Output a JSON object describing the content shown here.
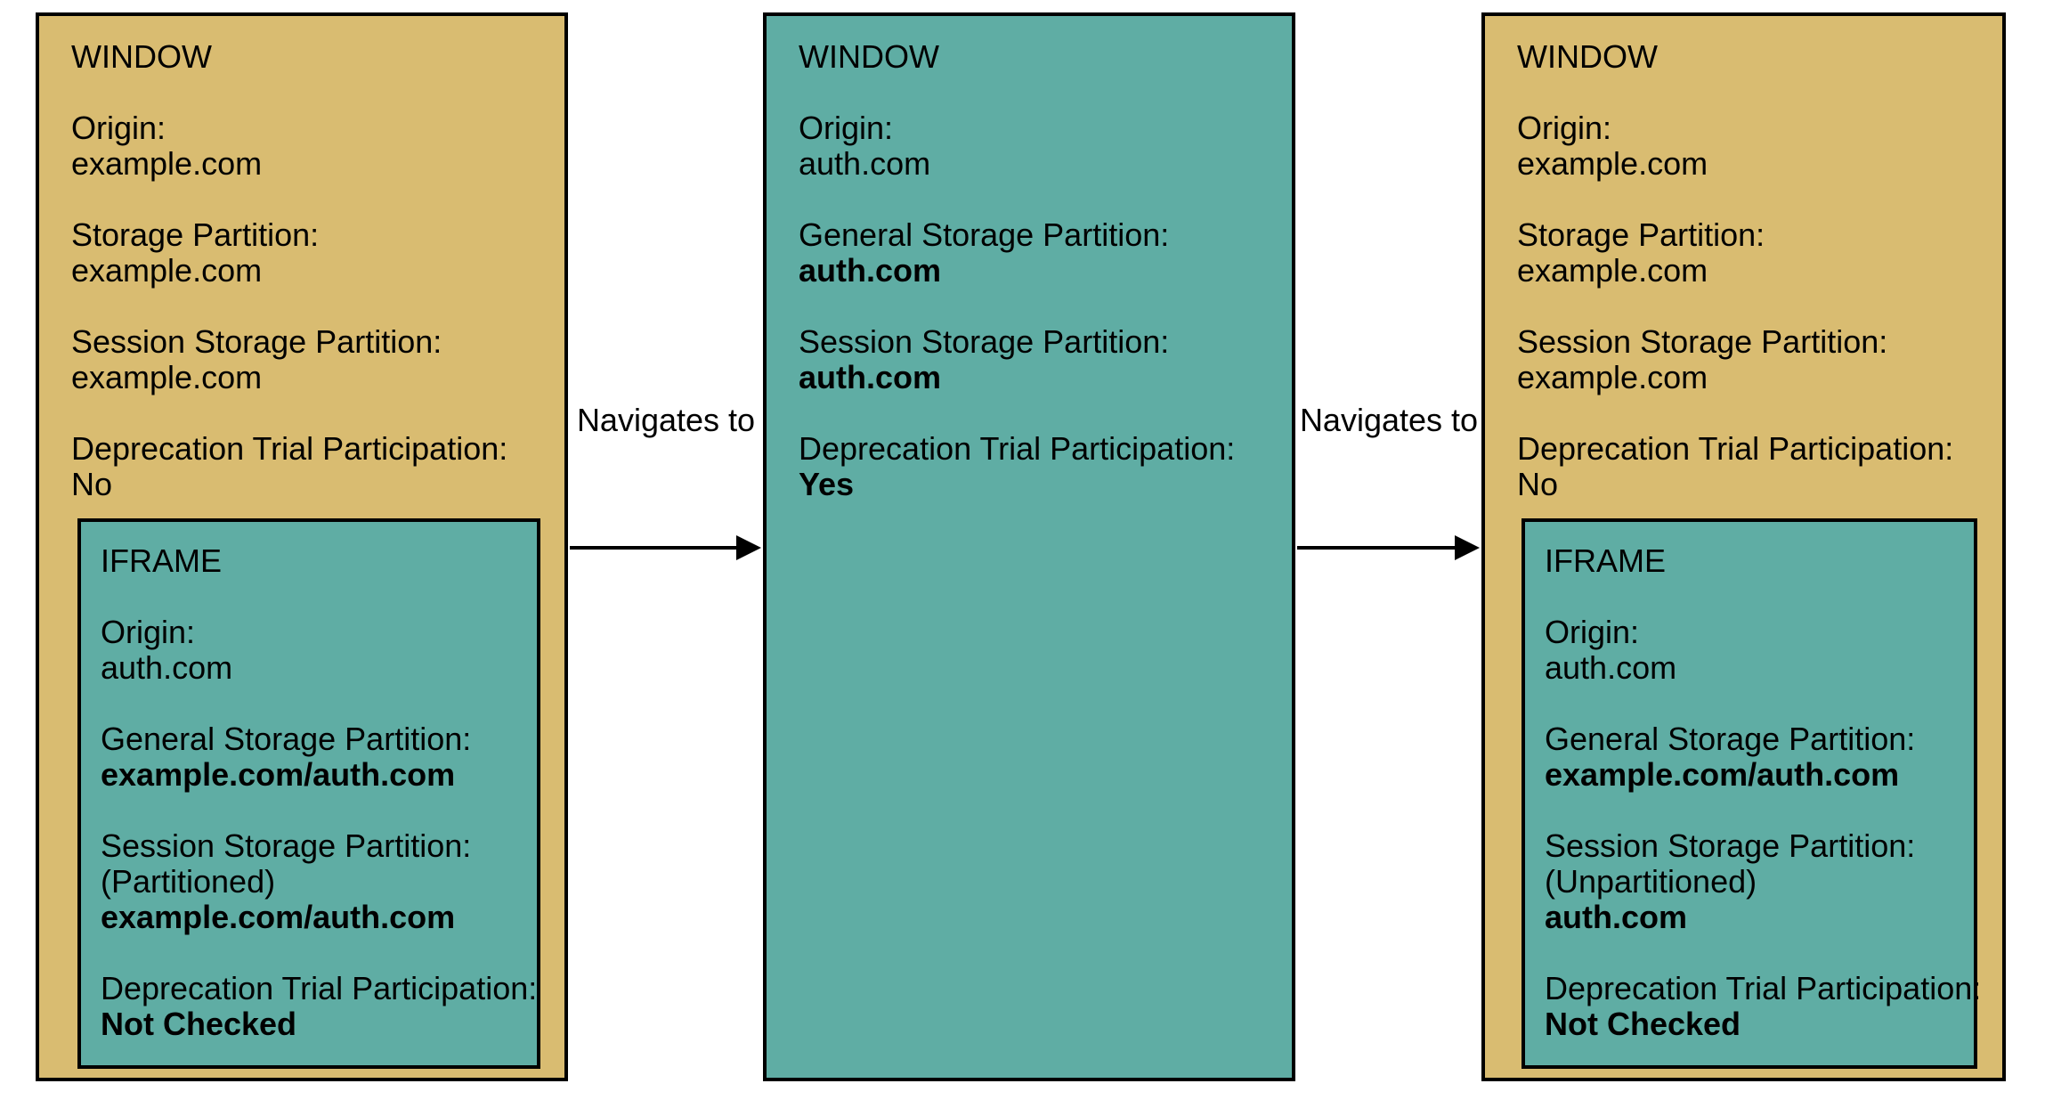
{
  "colors": {
    "background": "#ffffff",
    "window_tan": "#d9bc71",
    "teal": "#5fada4",
    "border": "#000000",
    "text": "#000000"
  },
  "arrows": [
    {
      "label": "Navigates to"
    },
    {
      "label": "Navigates to"
    }
  ],
  "boxes": [
    {
      "title": "WINDOW",
      "fields": [
        {
          "label": "Origin:",
          "value": "example.com"
        },
        {
          "label": "Storage Partition:",
          "value": "example.com"
        },
        {
          "label": "Session Storage Partition:",
          "value": "example.com"
        },
        {
          "label": "Deprecation Trial Participation:",
          "value": "No"
        }
      ],
      "iframe": {
        "title": "IFRAME",
        "fields": [
          {
            "label": "Origin:",
            "value": "auth.com"
          },
          {
            "label": "General Storage Partition:",
            "value": "example.com/auth.com"
          },
          {
            "label": "Session Storage Partition:",
            "note": "(Partitioned)",
            "value": "example.com/auth.com"
          },
          {
            "label": "Deprecation Trial Participation:",
            "value": "Not Checked"
          }
        ]
      }
    },
    {
      "title": "WINDOW",
      "fields": [
        {
          "label": "Origin:",
          "value": "auth.com"
        },
        {
          "label": "General Storage Partition:",
          "value": "auth.com"
        },
        {
          "label": "Session Storage Partition:",
          "value": "auth.com"
        },
        {
          "label": "Deprecation Trial Participation:",
          "value": "Yes"
        }
      ]
    },
    {
      "title": "WINDOW",
      "fields": [
        {
          "label": "Origin:",
          "value": "example.com"
        },
        {
          "label": "Storage Partition:",
          "value": "example.com"
        },
        {
          "label": "Session Storage Partition:",
          "value": "example.com"
        },
        {
          "label": "Deprecation Trial Participation:",
          "value": "No"
        }
      ],
      "iframe": {
        "title": "IFRAME",
        "fields": [
          {
            "label": "Origin:",
            "value": "auth.com"
          },
          {
            "label": "General Storage Partition:",
            "value": "example.com/auth.com"
          },
          {
            "label": "Session Storage Partition:",
            "note": "(Unpartitioned)",
            "value": "auth.com"
          },
          {
            "label": "Deprecation Trial Participation:",
            "value": "Not Checked"
          }
        ]
      }
    }
  ]
}
